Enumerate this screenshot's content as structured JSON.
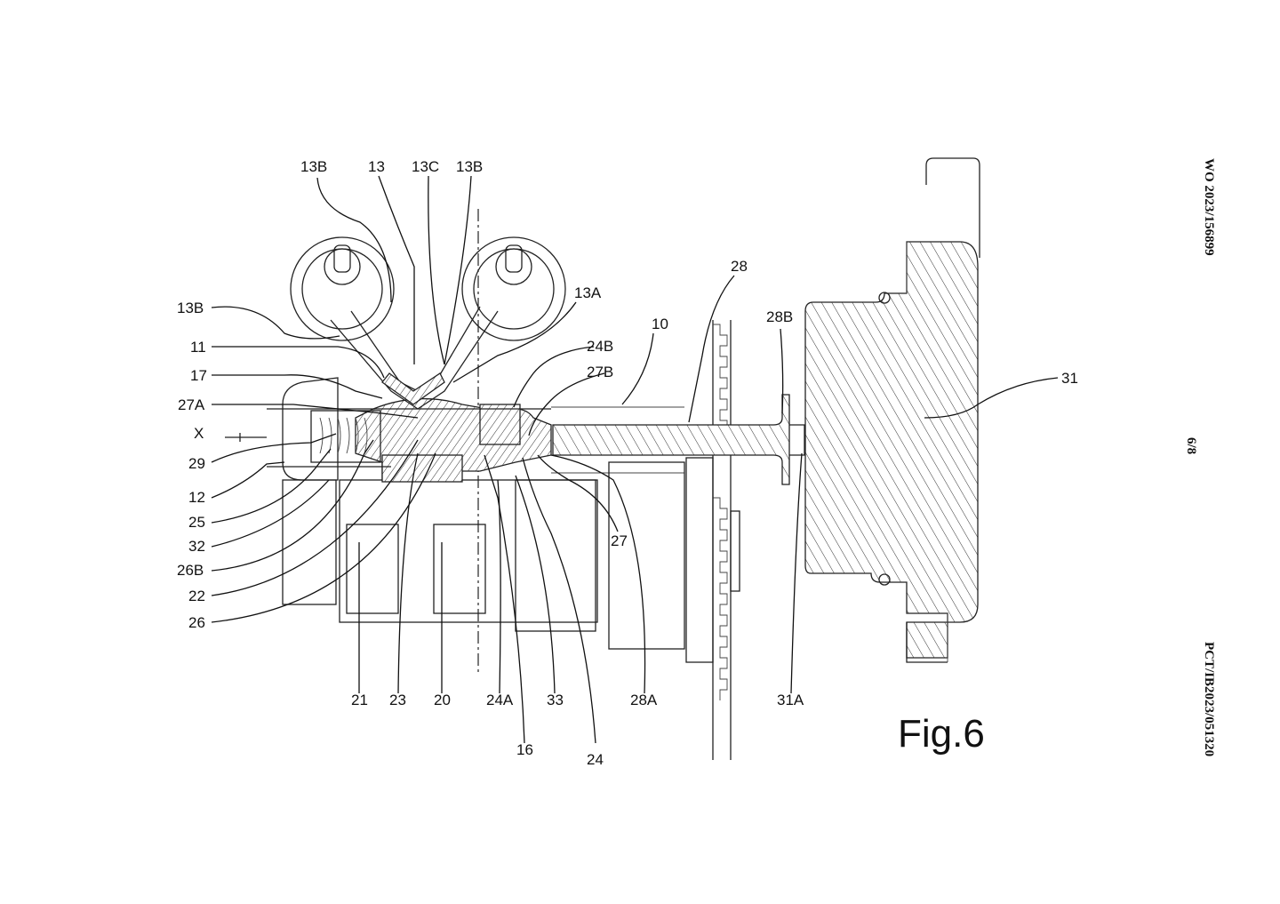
{
  "header": {
    "publication_number": "WO 2023/156899",
    "sheet": "6/8",
    "application_number": "PCT/IB2023/051320"
  },
  "figure": {
    "title": "Fig.6"
  },
  "reference_labels": [
    {
      "id": "13B-top-left",
      "text": "13B"
    },
    {
      "id": "13-top",
      "text": "13"
    },
    {
      "id": "13C-top",
      "text": "13C"
    },
    {
      "id": "13B-top-right",
      "text": "13B"
    },
    {
      "id": "13B-left",
      "text": "13B"
    },
    {
      "id": "13A",
      "text": "13A"
    },
    {
      "id": "11",
      "text": "11"
    },
    {
      "id": "17",
      "text": "17"
    },
    {
      "id": "27A",
      "text": "27A"
    },
    {
      "id": "X",
      "text": "X"
    },
    {
      "id": "29",
      "text": "29"
    },
    {
      "id": "12",
      "text": "12"
    },
    {
      "id": "25",
      "text": "25"
    },
    {
      "id": "32",
      "text": "32"
    },
    {
      "id": "26B",
      "text": "26B"
    },
    {
      "id": "22",
      "text": "22"
    },
    {
      "id": "26",
      "text": "26"
    },
    {
      "id": "24B",
      "text": "24B"
    },
    {
      "id": "27B",
      "text": "27B"
    },
    {
      "id": "10",
      "text": "10"
    },
    {
      "id": "28",
      "text": "28"
    },
    {
      "id": "28B",
      "text": "28B"
    },
    {
      "id": "31",
      "text": "31"
    },
    {
      "id": "27",
      "text": "27"
    },
    {
      "id": "21",
      "text": "21"
    },
    {
      "id": "23",
      "text": "23"
    },
    {
      "id": "20",
      "text": "20"
    },
    {
      "id": "24A",
      "text": "24A"
    },
    {
      "id": "33",
      "text": "33"
    },
    {
      "id": "28A",
      "text": "28A"
    },
    {
      "id": "31A",
      "text": "31A"
    },
    {
      "id": "16",
      "text": "16"
    },
    {
      "id": "24",
      "text": "24"
    }
  ]
}
